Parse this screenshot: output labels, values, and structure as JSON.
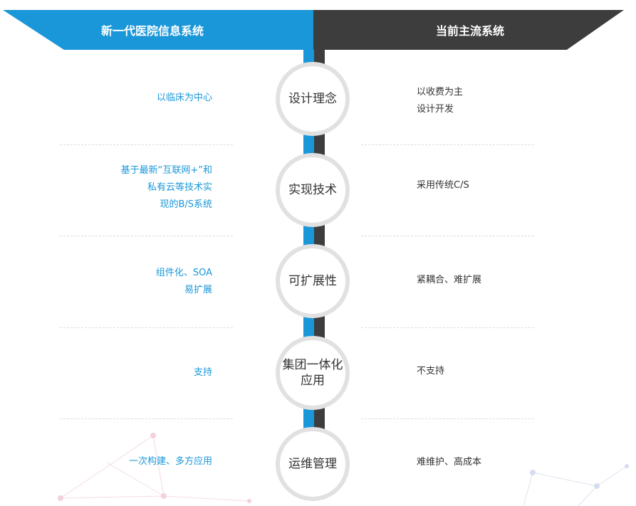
{
  "colors": {
    "blue": "#1a97d8",
    "dark": "#3d3d3d",
    "circle_border": "#e1e1e1"
  },
  "header": {
    "left_title": "新一代医院信息系统",
    "right_title": "当前主流系统"
  },
  "rows": [
    {
      "center": [
        "设计理念"
      ],
      "left": [
        "以临床为中心"
      ],
      "right": [
        "以收费为主",
        "设计开发"
      ]
    },
    {
      "center": [
        "实现技术"
      ],
      "left": [
        "基于最新“互联网+”和",
        "私有云等技术实",
        "现的B/S系统"
      ],
      "right": [
        "采用传统C/S"
      ]
    },
    {
      "center": [
        "可扩展性"
      ],
      "left": [
        "组件化、SOA",
        "易扩展"
      ],
      "right": [
        "紧耦合、难扩展"
      ]
    },
    {
      "center": [
        "集团一体化",
        "应用"
      ],
      "left": [
        "支持"
      ],
      "right": [
        "不支持"
      ]
    },
    {
      "center": [
        "运维管理"
      ],
      "left": [
        "一次构建、多方应用"
      ],
      "right": [
        "难维护、高成本"
      ]
    }
  ]
}
